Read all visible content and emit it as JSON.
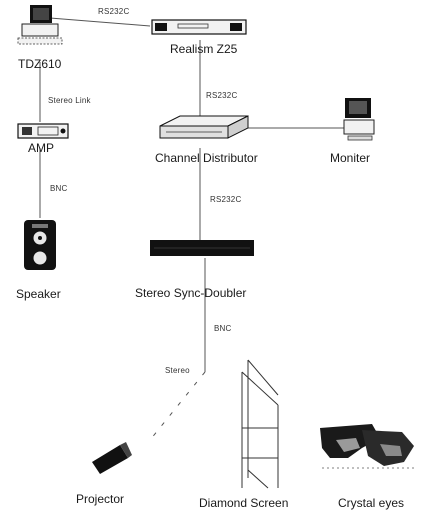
{
  "devices": {
    "tdz610": "TDZ610",
    "realism": "Realism Z25",
    "amp": "AMP",
    "channel_distributor": "Channel Distributor",
    "monitor": "Moniter",
    "speaker": "Speaker",
    "sync_doubler": "Stereo Sync-Doubler",
    "projector": "Projector",
    "screen": "Diamond Screen",
    "crystal_eyes": "Crystal eyes"
  },
  "connections": {
    "tdz_to_realism": "RS232C",
    "tdz_to_amp": "Stereo Link",
    "realism_to_distributor": "RS232C",
    "distributor_to_doubler": "RS232C",
    "amp_to_speaker": "BNC",
    "doubler_to_projector": "BNC",
    "projector_stereo": "Stereo"
  },
  "colors": {
    "line": "#555555",
    "device": "#111111",
    "device_light": "#f2f2f2"
  }
}
